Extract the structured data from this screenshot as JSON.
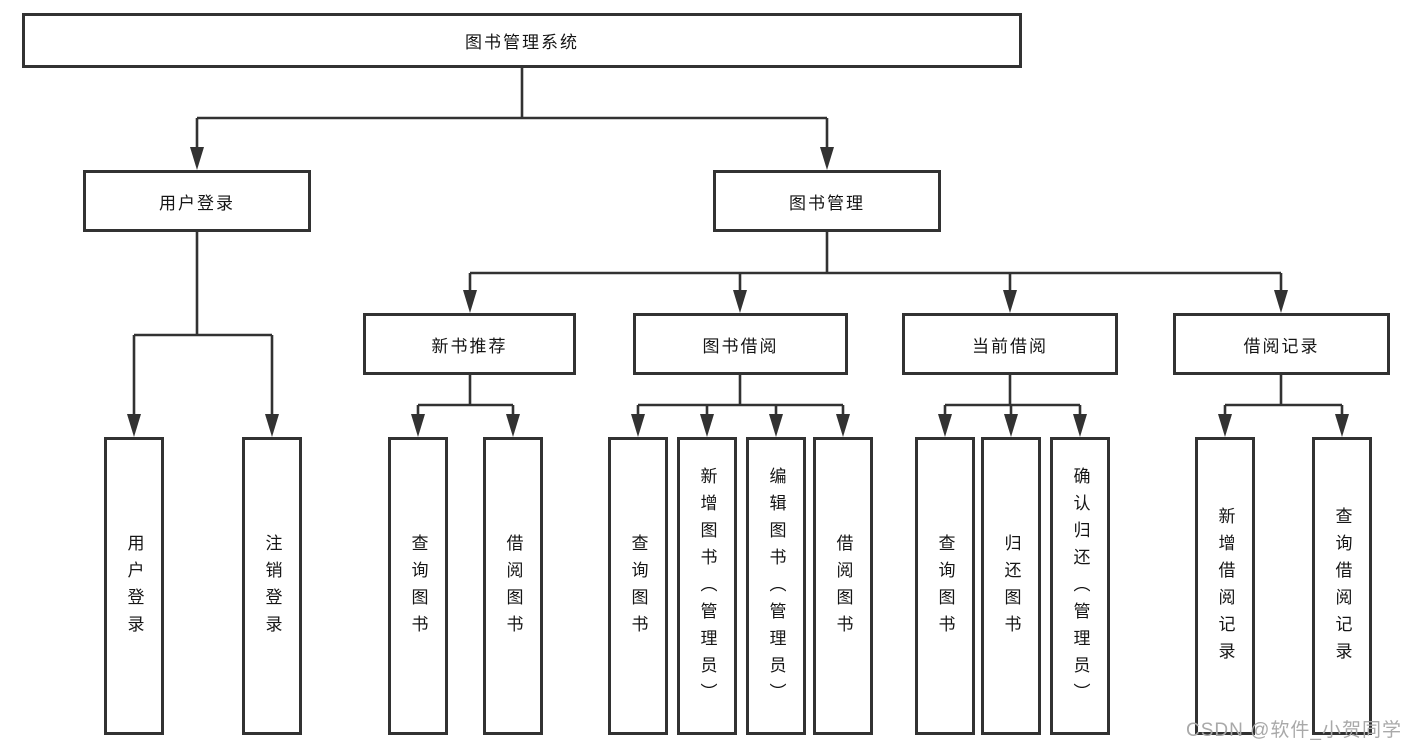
{
  "diagram": {
    "root": "图书管理系统",
    "l2": [
      "用户登录",
      "图书管理"
    ],
    "l3": [
      "新书推荐",
      "图书借阅",
      "当前借阅",
      "借阅记录"
    ],
    "leaves": {
      "login": [
        "用户登录",
        "注销登录"
      ],
      "rec": [
        "查询图书",
        "借阅图书"
      ],
      "borrow": [
        "查询图书",
        "新增图书（管理员）",
        "编辑图书（管理员）",
        "借阅图书"
      ],
      "current": [
        "查询图书",
        "归还图书",
        "确认归还（管理员）"
      ],
      "records": [
        "新增借阅记录",
        "查询借阅记录"
      ]
    }
  },
  "watermark": "CSDN @软件_小贺同学",
  "colors": {
    "line": "#323232",
    "box_border": "#323232",
    "text": "#151515",
    "watermark": "#a9a9a9",
    "background": "#ffffff"
  }
}
